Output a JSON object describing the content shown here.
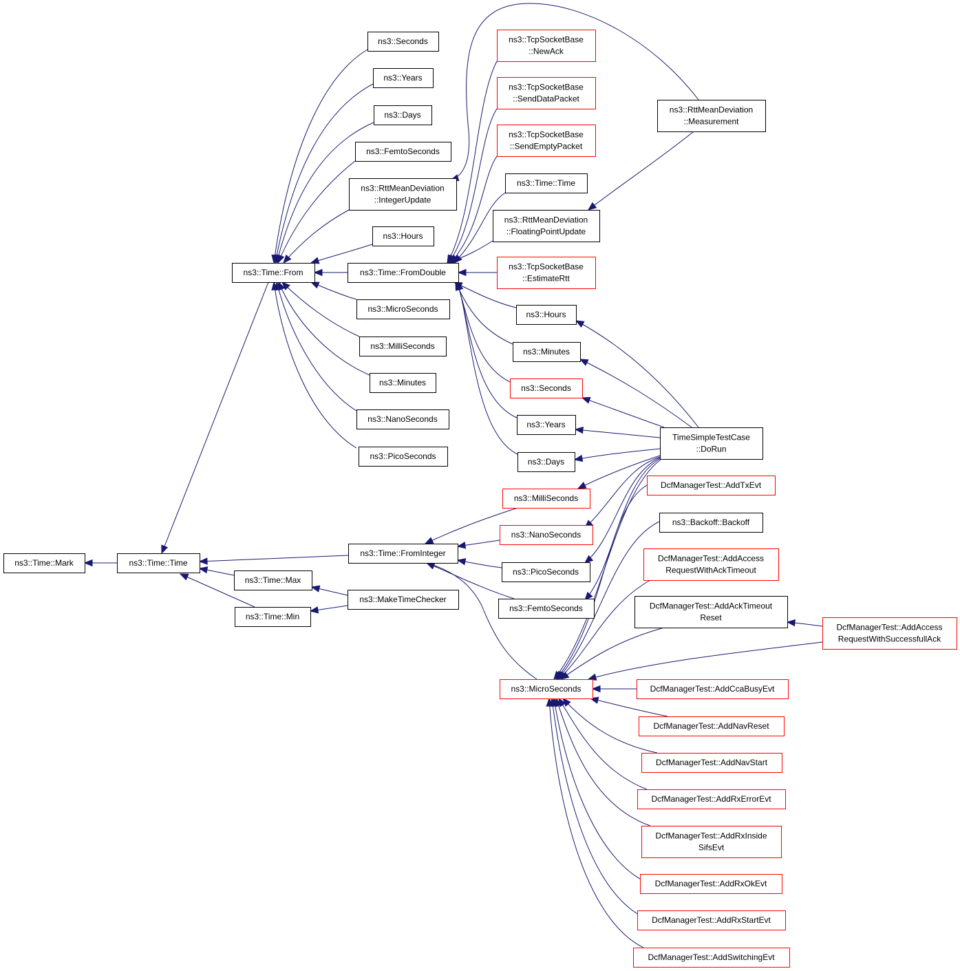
{
  "colors": {
    "edge": "#191970",
    "border_default": "#000000",
    "border_external": "#ff0000",
    "root_fill": "#bfbfbf"
  },
  "nodes": [
    {
      "id": "mark",
      "lines": [
        "ns3::Time::Mark"
      ],
      "style": "root"
    },
    {
      "id": "time_time",
      "lines": [
        "ns3::Time::Time"
      ],
      "style": "normal"
    },
    {
      "id": "from",
      "lines": [
        "ns3::Time::From"
      ],
      "style": "normal"
    },
    {
      "id": "max",
      "lines": [
        "ns3::Time::Max"
      ],
      "style": "normal"
    },
    {
      "id": "min",
      "lines": [
        "ns3::Time::Min"
      ],
      "style": "normal"
    },
    {
      "id": "l_seconds",
      "lines": [
        "ns3::Seconds"
      ],
      "style": "normal"
    },
    {
      "id": "l_years",
      "lines": [
        "ns3::Years"
      ],
      "style": "normal"
    },
    {
      "id": "l_days",
      "lines": [
        "ns3::Days"
      ],
      "style": "normal"
    },
    {
      "id": "l_femto",
      "lines": [
        "ns3::FemtoSeconds"
      ],
      "style": "normal"
    },
    {
      "id": "l_intupd",
      "lines": [
        "ns3::RttMeanDeviation",
        "::IntegerUpdate"
      ],
      "style": "normal"
    },
    {
      "id": "l_hours",
      "lines": [
        "ns3::Hours"
      ],
      "style": "normal"
    },
    {
      "id": "fromdouble",
      "lines": [
        "ns3::Time::FromDouble"
      ],
      "style": "normal"
    },
    {
      "id": "l_micro",
      "lines": [
        "ns3::MicroSeconds"
      ],
      "style": "normal"
    },
    {
      "id": "l_milli",
      "lines": [
        "ns3::MilliSeconds"
      ],
      "style": "normal"
    },
    {
      "id": "l_minutes",
      "lines": [
        "ns3::Minutes"
      ],
      "style": "normal"
    },
    {
      "id": "l_nano",
      "lines": [
        "ns3::NanoSeconds"
      ],
      "style": "normal"
    },
    {
      "id": "l_pico",
      "lines": [
        "ns3::PicoSeconds"
      ],
      "style": "normal"
    },
    {
      "id": "frominteger",
      "lines": [
        "ns3::Time::FromInteger"
      ],
      "style": "normal"
    },
    {
      "id": "maketc",
      "lines": [
        "ns3::MakeTimeChecker"
      ],
      "style": "normal"
    },
    {
      "id": "newack",
      "lines": [
        "ns3::TcpSocketBase",
        "::NewAck"
      ],
      "style": "external"
    },
    {
      "id": "senddata",
      "lines": [
        "ns3::TcpSocketBase",
        "::SendDataPacket"
      ],
      "style": "external"
    },
    {
      "id": "sendempty",
      "lines": [
        "ns3::TcpSocketBase",
        "::SendEmptyPacket"
      ],
      "style": "external"
    },
    {
      "id": "timetime2",
      "lines": [
        "ns3::Time::Time"
      ],
      "style": "normal"
    },
    {
      "id": "floatupd",
      "lines": [
        "ns3::RttMeanDeviation",
        "::FloatingPointUpdate"
      ],
      "style": "normal"
    },
    {
      "id": "estrtt",
      "lines": [
        "ns3::TcpSocketBase",
        "::EstimateRtt"
      ],
      "style": "external"
    },
    {
      "id": "m_hours",
      "lines": [
        "ns3::Hours"
      ],
      "style": "normal"
    },
    {
      "id": "m_minutes",
      "lines": [
        "ns3::Minutes"
      ],
      "style": "normal"
    },
    {
      "id": "m_seconds",
      "lines": [
        "ns3::Seconds"
      ],
      "style": "external"
    },
    {
      "id": "m_years",
      "lines": [
        "ns3::Years"
      ],
      "style": "normal"
    },
    {
      "id": "m_days",
      "lines": [
        "ns3::Days"
      ],
      "style": "normal"
    },
    {
      "id": "m_milli",
      "lines": [
        "ns3::MilliSeconds"
      ],
      "style": "external"
    },
    {
      "id": "m_nano",
      "lines": [
        "ns3::NanoSeconds"
      ],
      "style": "external"
    },
    {
      "id": "m_pico",
      "lines": [
        "ns3::PicoSeconds"
      ],
      "style": "normal"
    },
    {
      "id": "m_femto",
      "lines": [
        "ns3::FemtoSeconds"
      ],
      "style": "normal"
    },
    {
      "id": "microsec",
      "lines": [
        "ns3::MicroSeconds"
      ],
      "style": "external"
    },
    {
      "id": "measurement",
      "lines": [
        "ns3::RttMeanDeviation",
        "::Measurement"
      ],
      "style": "normal"
    },
    {
      "id": "dorun",
      "lines": [
        "TimeSimpleTestCase",
        "::DoRun"
      ],
      "style": "normal"
    },
    {
      "id": "addtx",
      "lines": [
        "DcfManagerTest::AddTxEvt"
      ],
      "style": "external"
    },
    {
      "id": "backoff",
      "lines": [
        "ns3::Backoff::Backoff"
      ],
      "style": "normal"
    },
    {
      "id": "addaccess_to",
      "lines": [
        "DcfManagerTest::AddAccess",
        "RequestWithAckTimeout"
      ],
      "style": "external"
    },
    {
      "id": "addacktimeout",
      "lines": [
        "DcfManagerTest::AddAckTimeout",
        "Reset"
      ],
      "style": "normal"
    },
    {
      "id": "addaccess_ok",
      "lines": [
        "DcfManagerTest::AddAccess",
        "RequestWithSuccessfullAck"
      ],
      "style": "external"
    },
    {
      "id": "addcca",
      "lines": [
        "DcfManagerTest::AddCcaBusyEvt"
      ],
      "style": "external"
    },
    {
      "id": "addnavreset",
      "lines": [
        "DcfManagerTest::AddNavReset"
      ],
      "style": "external"
    },
    {
      "id": "addnavstart",
      "lines": [
        "DcfManagerTest::AddNavStart"
      ],
      "style": "external"
    },
    {
      "id": "addrxerror",
      "lines": [
        "DcfManagerTest::AddRxErrorEvt"
      ],
      "style": "external"
    },
    {
      "id": "addrxinside",
      "lines": [
        "DcfManagerTest::AddRxInside",
        "SifsEvt"
      ],
      "style": "external"
    },
    {
      "id": "addrxok",
      "lines": [
        "DcfManagerTest::AddRxOkEvt"
      ],
      "style": "external"
    },
    {
      "id": "addrxstart",
      "lines": [
        "DcfManagerTest::AddRxStartEvt"
      ],
      "style": "external"
    },
    {
      "id": "addswitching",
      "lines": [
        "DcfManagerTest::AddSwitchingEvt"
      ],
      "style": "external"
    }
  ],
  "edges": [
    {
      "from": "time_time",
      "to": "mark"
    },
    {
      "from": "from",
      "to": "time_time"
    },
    {
      "from": "frominteger",
      "to": "time_time"
    },
    {
      "from": "max",
      "to": "time_time"
    },
    {
      "from": "min",
      "to": "time_time"
    },
    {
      "from": "maketc",
      "to": "max"
    },
    {
      "from": "maketc",
      "to": "min"
    },
    {
      "from": "l_seconds",
      "to": "from"
    },
    {
      "from": "l_years",
      "to": "from"
    },
    {
      "from": "l_days",
      "to": "from"
    },
    {
      "from": "l_femto",
      "to": "from"
    },
    {
      "from": "l_intupd",
      "to": "from"
    },
    {
      "from": "l_hours",
      "to": "from"
    },
    {
      "from": "fromdouble",
      "to": "from"
    },
    {
      "from": "l_micro",
      "to": "from"
    },
    {
      "from": "l_milli",
      "to": "from"
    },
    {
      "from": "l_minutes",
      "to": "from"
    },
    {
      "from": "l_nano",
      "to": "from"
    },
    {
      "from": "l_pico",
      "to": "from"
    },
    {
      "from": "measurement",
      "to": "l_intupd"
    },
    {
      "from": "newack",
      "to": "fromdouble"
    },
    {
      "from": "senddata",
      "to": "fromdouble"
    },
    {
      "from": "sendempty",
      "to": "fromdouble"
    },
    {
      "from": "timetime2",
      "to": "fromdouble"
    },
    {
      "from": "floatupd",
      "to": "fromdouble"
    },
    {
      "from": "estrtt",
      "to": "fromdouble"
    },
    {
      "from": "m_hours",
      "to": "fromdouble"
    },
    {
      "from": "m_minutes",
      "to": "fromdouble"
    },
    {
      "from": "m_seconds",
      "to": "fromdouble"
    },
    {
      "from": "m_years",
      "to": "fromdouble"
    },
    {
      "from": "m_days",
      "to": "fromdouble"
    },
    {
      "from": "measurement",
      "to": "floatupd"
    },
    {
      "from": "dorun",
      "to": "m_hours"
    },
    {
      "from": "dorun",
      "to": "m_minutes"
    },
    {
      "from": "dorun",
      "to": "m_seconds"
    },
    {
      "from": "dorun",
      "to": "m_years"
    },
    {
      "from": "dorun",
      "to": "m_days"
    },
    {
      "from": "dorun",
      "to": "m_milli"
    },
    {
      "from": "dorun",
      "to": "m_nano"
    },
    {
      "from": "dorun",
      "to": "m_pico"
    },
    {
      "from": "dorun",
      "to": "m_femto"
    },
    {
      "from": "dorun",
      "to": "microsec"
    },
    {
      "from": "m_milli",
      "to": "frominteger"
    },
    {
      "from": "m_nano",
      "to": "frominteger"
    },
    {
      "from": "m_pico",
      "to": "frominteger"
    },
    {
      "from": "m_femto",
      "to": "frominteger"
    },
    {
      "from": "microsec",
      "to": "frominteger"
    },
    {
      "from": "addtx",
      "to": "microsec"
    },
    {
      "from": "backoff",
      "to": "microsec"
    },
    {
      "from": "addaccess_to",
      "to": "microsec"
    },
    {
      "from": "addacktimeout",
      "to": "microsec"
    },
    {
      "from": "addaccess_ok",
      "to": "microsec"
    },
    {
      "from": "addaccess_ok",
      "to": "addacktimeout"
    },
    {
      "from": "addcca",
      "to": "microsec"
    },
    {
      "from": "addnavreset",
      "to": "microsec"
    },
    {
      "from": "addnavstart",
      "to": "microsec"
    },
    {
      "from": "addrxerror",
      "to": "microsec"
    },
    {
      "from": "addrxinside",
      "to": "microsec"
    },
    {
      "from": "addrxok",
      "to": "microsec"
    },
    {
      "from": "addrxstart",
      "to": "microsec"
    },
    {
      "from": "addswitching",
      "to": "microsec"
    }
  ]
}
